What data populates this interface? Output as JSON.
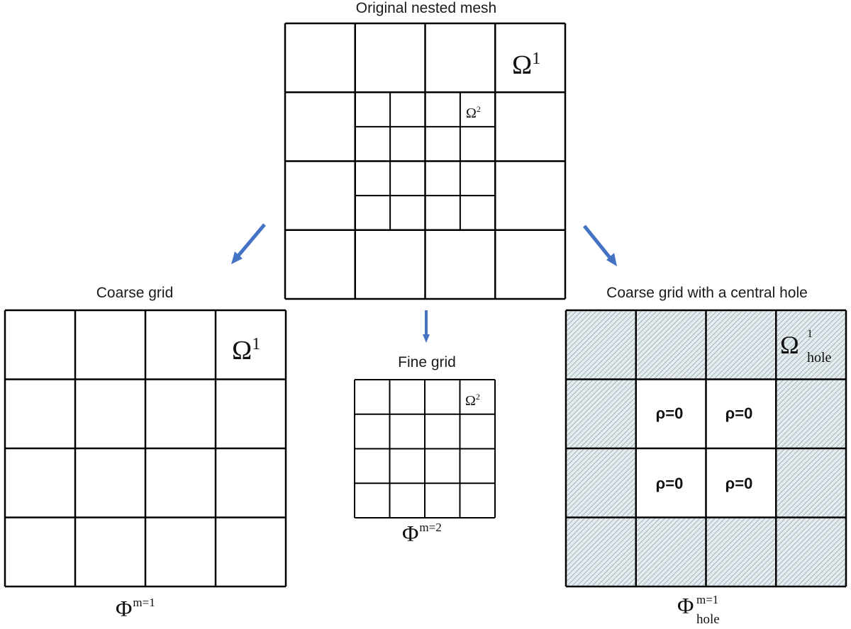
{
  "titles": {
    "original": "Original nested mesh",
    "coarse": "Coarse grid",
    "fine": "Fine grid",
    "hole": "Coarse grid with a central hole"
  },
  "labels": {
    "omega_sym": "Ω",
    "phi_sym": "Φ",
    "omega1_sup": "1",
    "omega2_sup": "2",
    "hole_sub": "hole",
    "phi_coarse_sup": "m=1",
    "phi_fine_sup": "m=2",
    "phi_hole_sup": "m=1",
    "phi_hole_sub": "hole"
  },
  "hole_cells": [
    {
      "text": "ρ=0"
    },
    {
      "text": "ρ=0"
    },
    {
      "text": "ρ=0"
    },
    {
      "text": "ρ=0"
    }
  ],
  "colors": {
    "arrow": "#4472c4",
    "line": "#000000",
    "hatch": "#7f8f99",
    "hatch_bg": "#e4ecef"
  }
}
